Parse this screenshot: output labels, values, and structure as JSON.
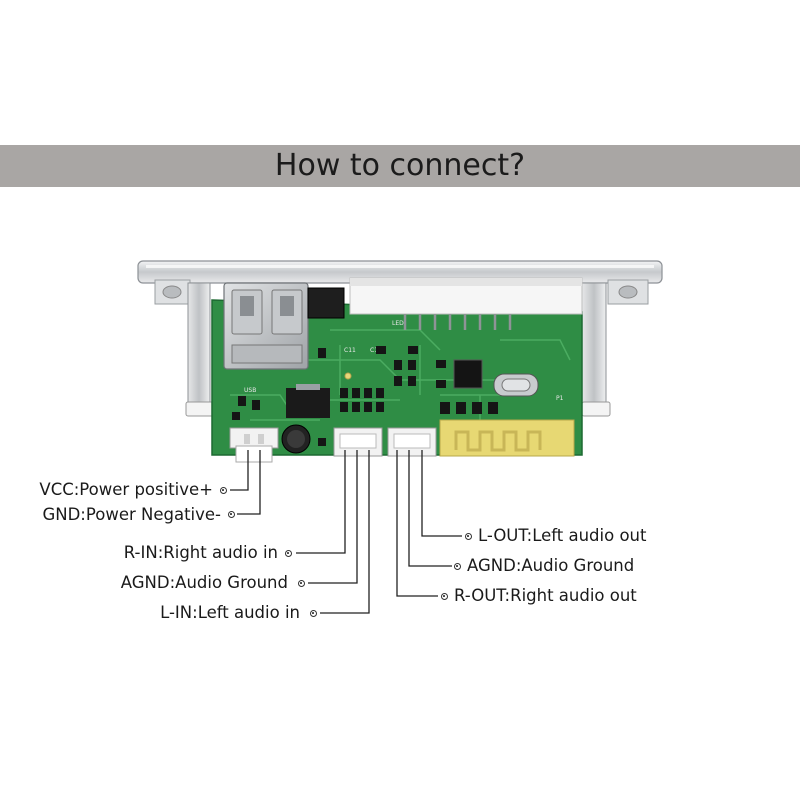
{
  "title": "How to connect?",
  "board_markings": {
    "usb": "USB",
    "led": "LED",
    "c10": "C10",
    "c11": "C11",
    "p1": "P1"
  },
  "labels_left": [
    {
      "id": "vcc",
      "text": "VCC:Power positive+"
    },
    {
      "id": "gnd",
      "text": "GND:Power Negative-"
    },
    {
      "id": "r-in",
      "text": "R-IN:Right audio in"
    },
    {
      "id": "agnd-in",
      "text": "AGND:Audio Ground"
    },
    {
      "id": "l-in",
      "text": "L-IN:Left audio in"
    }
  ],
  "labels_right": [
    {
      "id": "l-out",
      "text": "L-OUT:Left audio out"
    },
    {
      "id": "agnd-out",
      "text": "AGND:Audio Ground"
    },
    {
      "id": "r-out",
      "text": "R-OUT:Right audio out"
    }
  ],
  "colors": {
    "banner": "#a9a6a4",
    "pcb": "#2f8d45",
    "connector": "#f2f2f2",
    "antenna": "#e7d873",
    "metal": "#d4d6d8"
  }
}
